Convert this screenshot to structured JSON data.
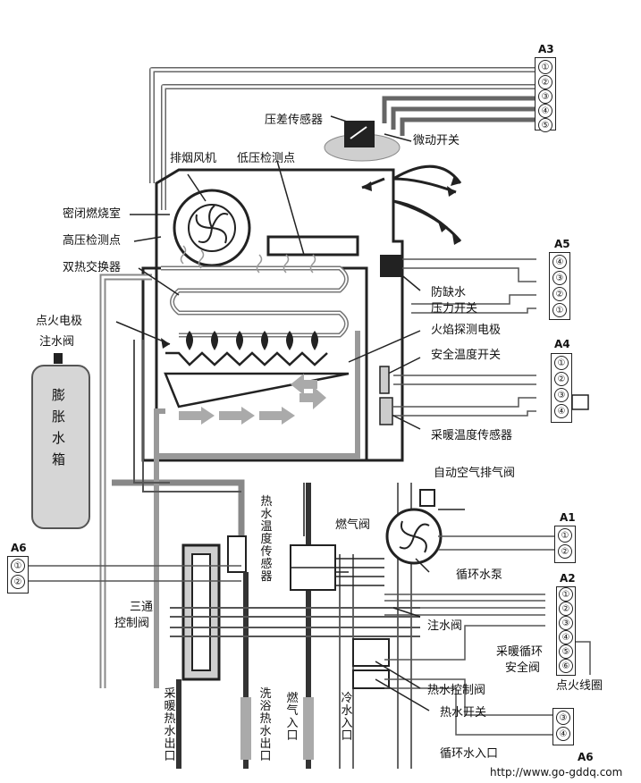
{
  "labels": {
    "pressure_sensor": "压差传感器",
    "micro_switch": "微动开关",
    "exhaust_fan": "排烟风机",
    "low_pressure_point": "低压检测点",
    "sealed_chamber": "密闭燃烧室",
    "high_pressure_point": "高压检测点",
    "dual_heat_exchanger": "双热交换器",
    "water_shortage_switch_l1": "防缺水",
    "water_shortage_switch_l2": "压力开关",
    "ignition_electrode": "点火电极",
    "flame_probe": "火焰探测电极",
    "fill_valve_top": "注水阀",
    "safety_temp_switch": "安全温度开关",
    "heating_temp_sensor": "采暖温度传感器",
    "auto_air_vent": "自动空气排气阀",
    "gas_valve": "燃气阀",
    "circulation_pump": "循环水泵",
    "three_way_valve_l1": "三通",
    "three_way_valve_l2": "控制阀",
    "fill_valve_bottom": "注水阀",
    "heating_safety_valve_l1": "采暖循环",
    "heating_safety_valve_l2": "安全阀",
    "ignition_coil": "点火线圈",
    "hot_water_control_valve": "热水控制阀",
    "hot_water_switch": "热水开关",
    "circulation_inlet": "循环水入口",
    "url": "http://www.go-gddq.com"
  },
  "vertical_labels": {
    "expansion_tank": "膨胀水箱",
    "hot_water_temp_sensor": "热水温度传感器",
    "heating_outlet": "采暖热水出口",
    "shower_outlet": "洗浴热水出口",
    "gas_inlet": "燃气入口",
    "cold_inlet": "冷水入口"
  },
  "connectors": {
    "A3": {
      "title": "A3",
      "pins": [
        "①",
        "②",
        "③",
        "④",
        "⑤"
      ]
    },
    "A5": {
      "title": "A5",
      "pins": [
        "④",
        "③",
        "②",
        "①"
      ]
    },
    "A4": {
      "title": "A4",
      "pins": [
        "①",
        "②",
        "③",
        "④"
      ]
    },
    "A1": {
      "title": "A1",
      "pins": [
        "①",
        "②"
      ]
    },
    "A2": {
      "title": "A2",
      "pins": [
        "①",
        "②",
        "③",
        "④",
        "⑤",
        "⑥"
      ]
    },
    "A6_left": {
      "title": "A6",
      "pins": [
        "①",
        "②"
      ]
    },
    "A6_bottom": {
      "title": "A6",
      "pins": [
        "③",
        "④"
      ]
    }
  }
}
